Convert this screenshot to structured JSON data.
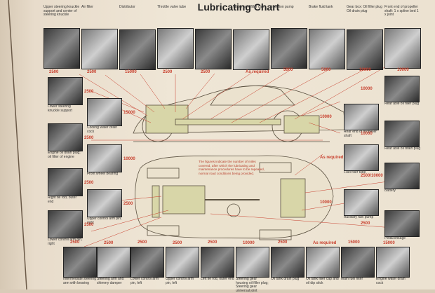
{
  "title": "Lubricating Chart",
  "note": "The figures indicate the number of miles covered, after which the lubricating and maintenance procedures have to be repeated, normal road conditions being provided.",
  "colors": {
    "accent": "#c8402e",
    "paper": "#ece2d1",
    "drawing_fill": "#d8d6a8"
  },
  "top_row": [
    {
      "label": "Upper steering knuckle support and center of steering knuckle",
      "interval": "2500"
    },
    {
      "label": "Air filter",
      "interval": "2500"
    },
    {
      "label": "Distributor",
      "interval": "15000"
    },
    {
      "label": "Throttle valve tube",
      "interval": "2500"
    },
    {
      "label": "",
      "interval": "2500"
    },
    {
      "label": "Water tank filler cap",
      "interval": "As required"
    },
    {
      "label": "Injection pump",
      "interval": "5000"
    },
    {
      "label": "Brake fluid tank",
      "interval": "5000"
    },
    {
      "label": "Gear box: Oil filler plug Oil drain plug",
      "interval": "10000"
    },
    {
      "label": "Front end of propeller shaft: 1 x spline bed 1 x joint",
      "interval": "10000"
    }
  ],
  "left_col": [
    {
      "label": "Lower steering knuckle support",
      "interval": "2500"
    },
    {
      "label": "Cooling water drain cock",
      "interval": "15000"
    },
    {
      "label": "Engine oil drain plug; oil filter of engine",
      "interval": "2500"
    },
    {
      "label": "Front wheel bearing",
      "interval": "10000"
    },
    {
      "label": "Right tie rod, outer end",
      "interval": "2500"
    },
    {
      "label": "Upper control arm pin, right",
      "interval": "2500"
    },
    {
      "label": "Lower control arm pin, right",
      "interval": "2500"
    }
  ],
  "right_col": [
    {
      "label": "Rear axle oil filler plug",
      "interval": "10000"
    },
    {
      "label": "Rear end of propeller shaft",
      "interval": "10000"
    },
    {
      "label": "Rear axle oil drain plug",
      "interval": "10000"
    },
    {
      "label": "Fuel filler tube",
      "interval": "As required"
    },
    {
      "label": "Battery",
      "interval": "2500/10000"
    },
    {
      "label": "Auxiliary fuel pump",
      "interval": "10000"
    },
    {
      "label": "Pedal linkage",
      "interval": "2500"
    }
  ],
  "bottom_row": [
    {
      "label": "Intermediate steering arm with bearing",
      "interval": "2500"
    },
    {
      "label": "Steering arm and shimmy damper",
      "interval": "2500"
    },
    {
      "label": "Lower control arm pin, left",
      "interval": "2500"
    },
    {
      "label": "Upper control arm pin, left",
      "interval": "2500"
    },
    {
      "label": "Left tie rod, outer end",
      "interval": "2500"
    },
    {
      "label": "Steering gear housing oil filler plug; Steering gear universal joint",
      "interval": "10000"
    },
    {
      "label": "Oil tank drain plug",
      "interval": "2500"
    },
    {
      "label": "Oil tank filler cap and oil dip stick",
      "interval": "As required"
    },
    {
      "label": "Main fuel filter",
      "interval": "15000"
    },
    {
      "label": "Engine water drain cock",
      "interval": "15000"
    }
  ]
}
